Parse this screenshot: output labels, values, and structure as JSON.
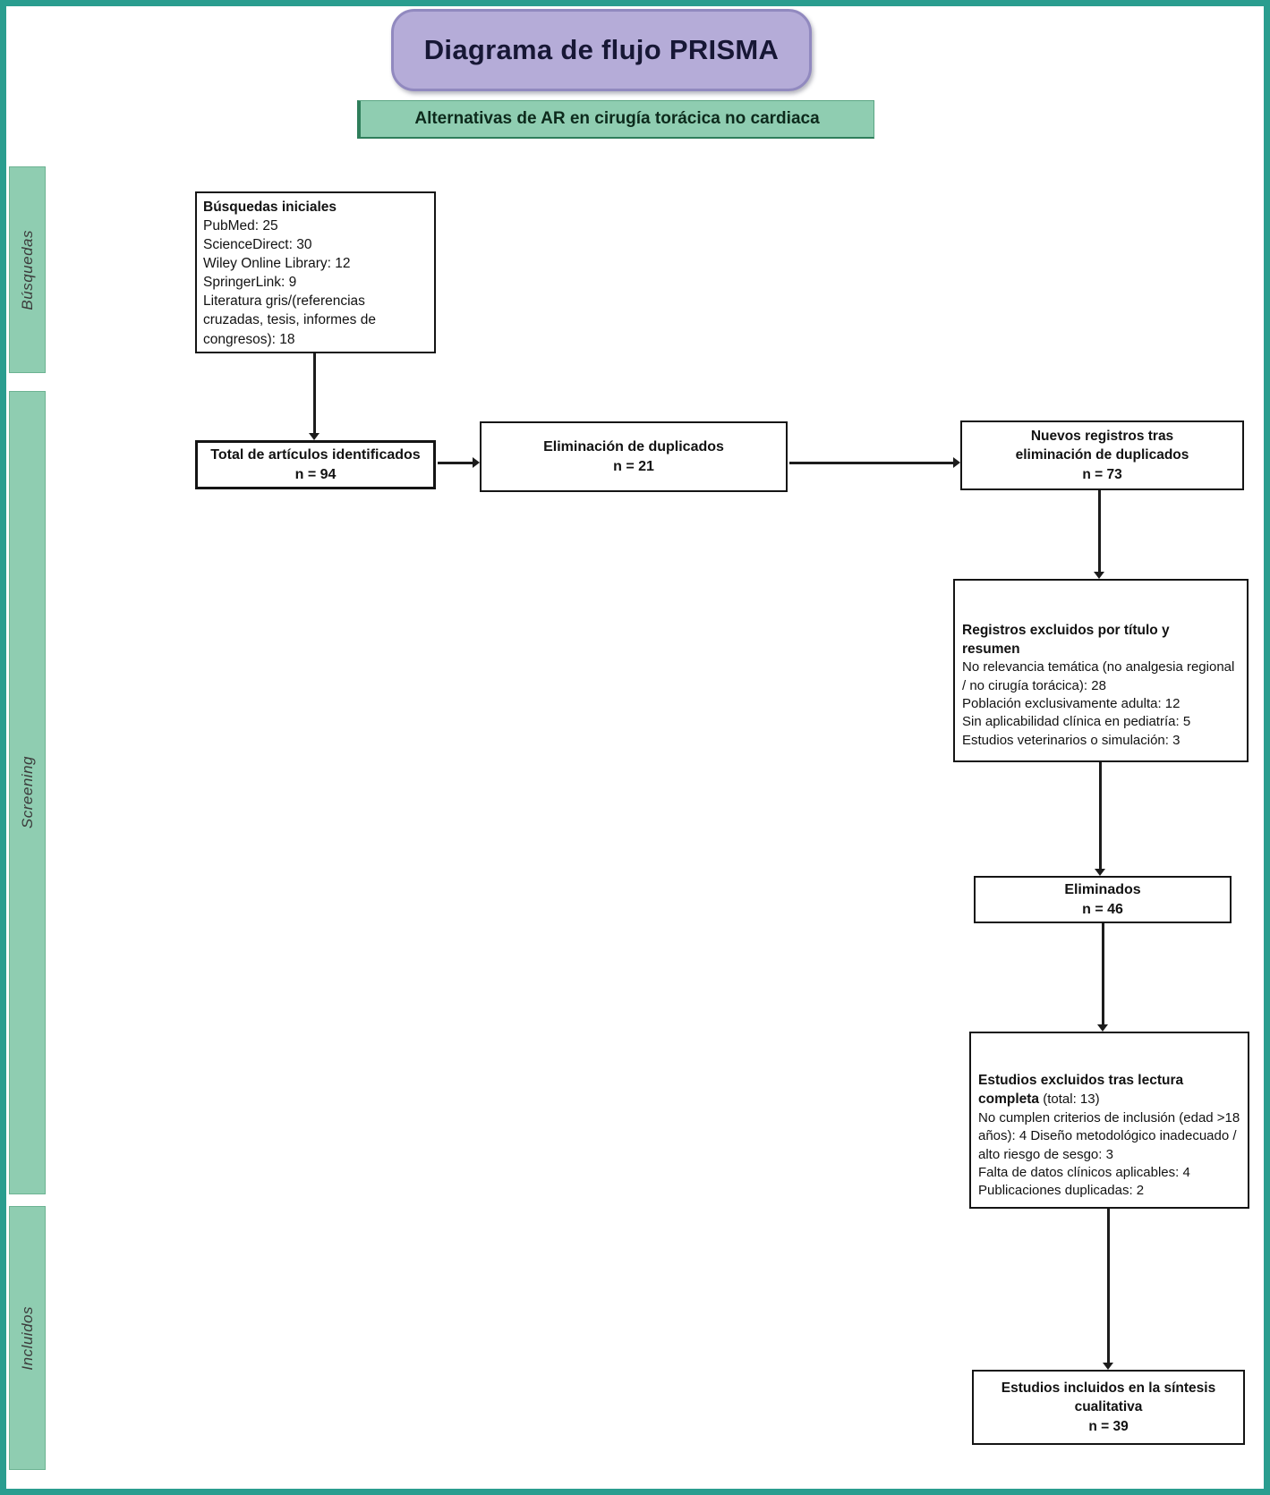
{
  "title": "Diagrama de flujo PRISMA",
  "subtitle": "Alternativas de AR en cirugía torácica no cardiaca",
  "sidebar": {
    "labels": {
      "busquedas": "Búsquedas",
      "screening": "Screening",
      "incluidos": "Incluidos"
    }
  },
  "boxes": {
    "initial_searches": {
      "title": "Búsquedas iniciales",
      "lines": [
        "PubMed: 25",
        "ScienceDirect: 30",
        "Wiley Online Library: 12",
        "SpringerLink: 9",
        "Literatura gris/(referencias cruzadas, tesis, informes de congresos): 18"
      ]
    },
    "total_identified": {
      "title": "Total de artículos identificados",
      "n": "n = 94"
    },
    "duplicate_removal": {
      "title": "Eliminación de duplicados",
      "n": "n = 21"
    },
    "new_records": {
      "title": "Nuevos registros tras eliminación de duplicados",
      "n": "n = 73"
    },
    "excluded_title_abstract": {
      "title": "Registros excluidos por título y resumen",
      "lines": [
        "No relevancia temática (no analgesia regional / no cirugía torácica): 28",
        "Población exclusivamente adulta: 12",
        "Sin aplicabilidad clínica en pediatría: 5",
        "Estudios veterinarios o simulación: 3"
      ]
    },
    "eliminated": {
      "title": "Eliminados",
      "n": "n = 46"
    },
    "excluded_full_text": {
      "title": "Estudios excluidos tras lectura completa",
      "total": "(total: 13)",
      "lines": [
        "No cumplen criterios de inclusión (edad >18 años): 4  Diseño metodológico inadecuado / alto riesgo de sesgo: 3",
        "Falta de datos clínicos aplicables: 4",
        "Publicaciones duplicadas: 2"
      ]
    },
    "included_synthesis": {
      "title": "Estudios incluidos en la síntesis cualitativa",
      "n": "n = 39"
    }
  },
  "colors": {
    "frame": "#2a9d8f",
    "sidebar_fill": "#8fcdb1",
    "sidebar_border": "#6cb392",
    "title_fill": "#b5acd8",
    "title_border": "#9189bf",
    "title_text": "#171735",
    "subtitle_fill": "#8fcdb1",
    "subtitle_border": "#2f7e5b",
    "box_border": "#141414",
    "connector": "#1c1c1c"
  }
}
